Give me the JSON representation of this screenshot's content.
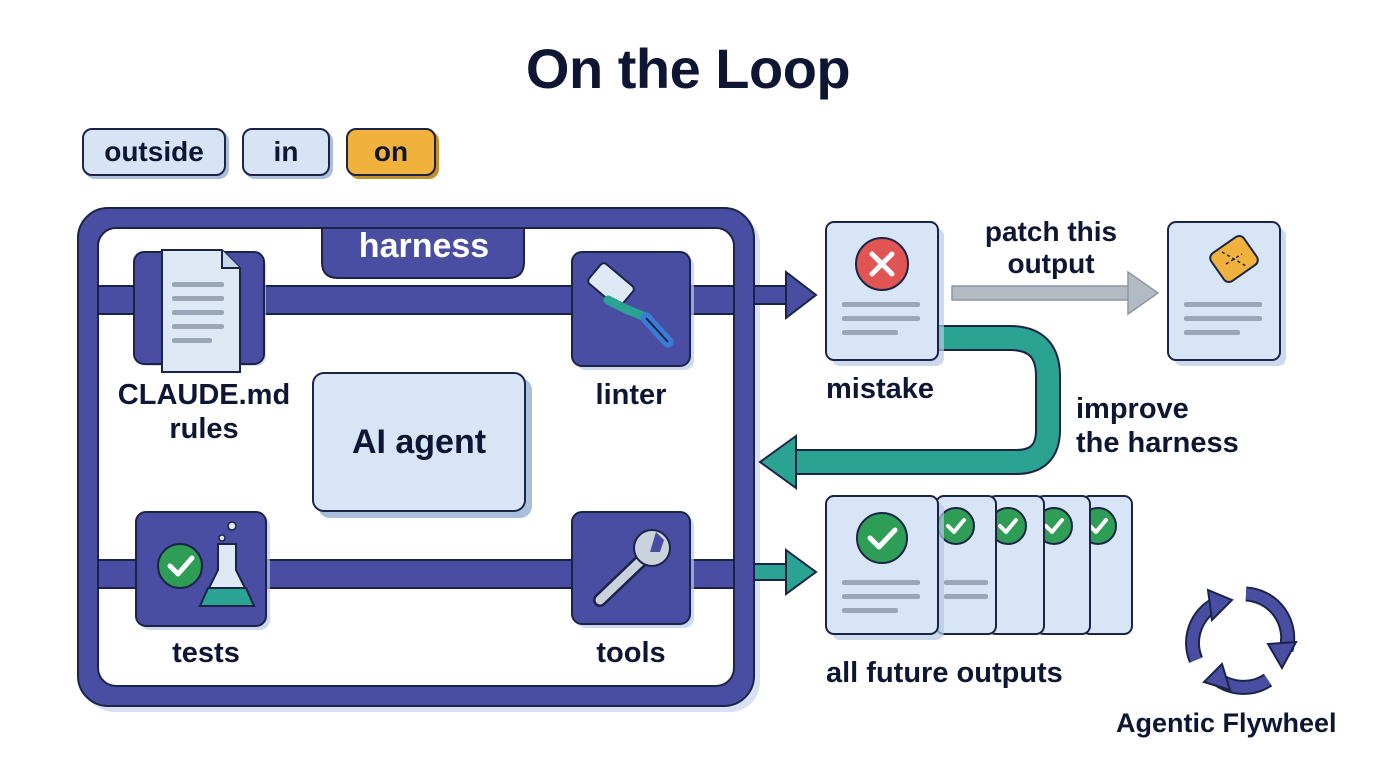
{
  "title": "On the Loop",
  "modes": [
    {
      "label": "outside",
      "active": false
    },
    {
      "label": "in",
      "active": false
    },
    {
      "label": "on",
      "active": true
    }
  ],
  "harness": {
    "label": "harness",
    "agent": "AI agent",
    "components": {
      "rules": "CLAUDE.md\nrules",
      "linter": "linter",
      "tests": "tests",
      "tools": "tools"
    }
  },
  "flow": {
    "mistake": "mistake",
    "patch": "patch this\noutput",
    "improve": "improve\nthe harness",
    "future": "all future outputs",
    "flywheel": "Agentic Flywheel"
  },
  "colors": {
    "harness": "#4a4ea3",
    "card": "#d7e5f6",
    "error": "#e25555",
    "success": "#2e9e57",
    "improve_arrow": "#2aa393",
    "patch_arrow": "#b4bac4",
    "patch_badge": "#f0b23c",
    "active_mode": "#f0b23c"
  },
  "icons": {
    "rules": "document-icon",
    "linter": "paint-roller-icon",
    "tests": "flask-check-icon",
    "tools": "wrench-icon",
    "mistake": "x-circle-icon",
    "patched": "patch-icon",
    "future": "check-circle-icon",
    "flywheel": "cycle-arrows-icon"
  }
}
